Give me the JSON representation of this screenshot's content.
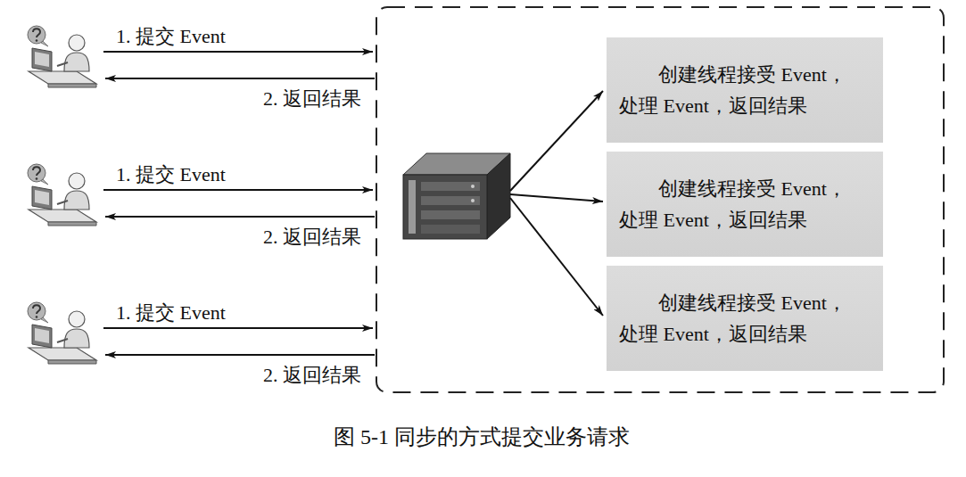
{
  "diagram": {
    "caption": "图 5-1 同步的方式提交业务请求",
    "nodes": [
      {
        "text": [
          "创建线程接受 Event， 处理 Event，返回结果"
        ]
      },
      {
        "text": [
          "创建线程接受 Event， 处理 Event，返回结果"
        ]
      },
      {
        "text": [
          "创建线程接受 Event， 处理 Event，返回结果"
        ]
      }
    ],
    "labels": [
      "1. 提交 Event",
      "2. 返回结果",
      "1. 提交 Event",
      "2. 返回结果",
      "1. 提交 Event",
      "2. 返回结果"
    ]
  }
}
